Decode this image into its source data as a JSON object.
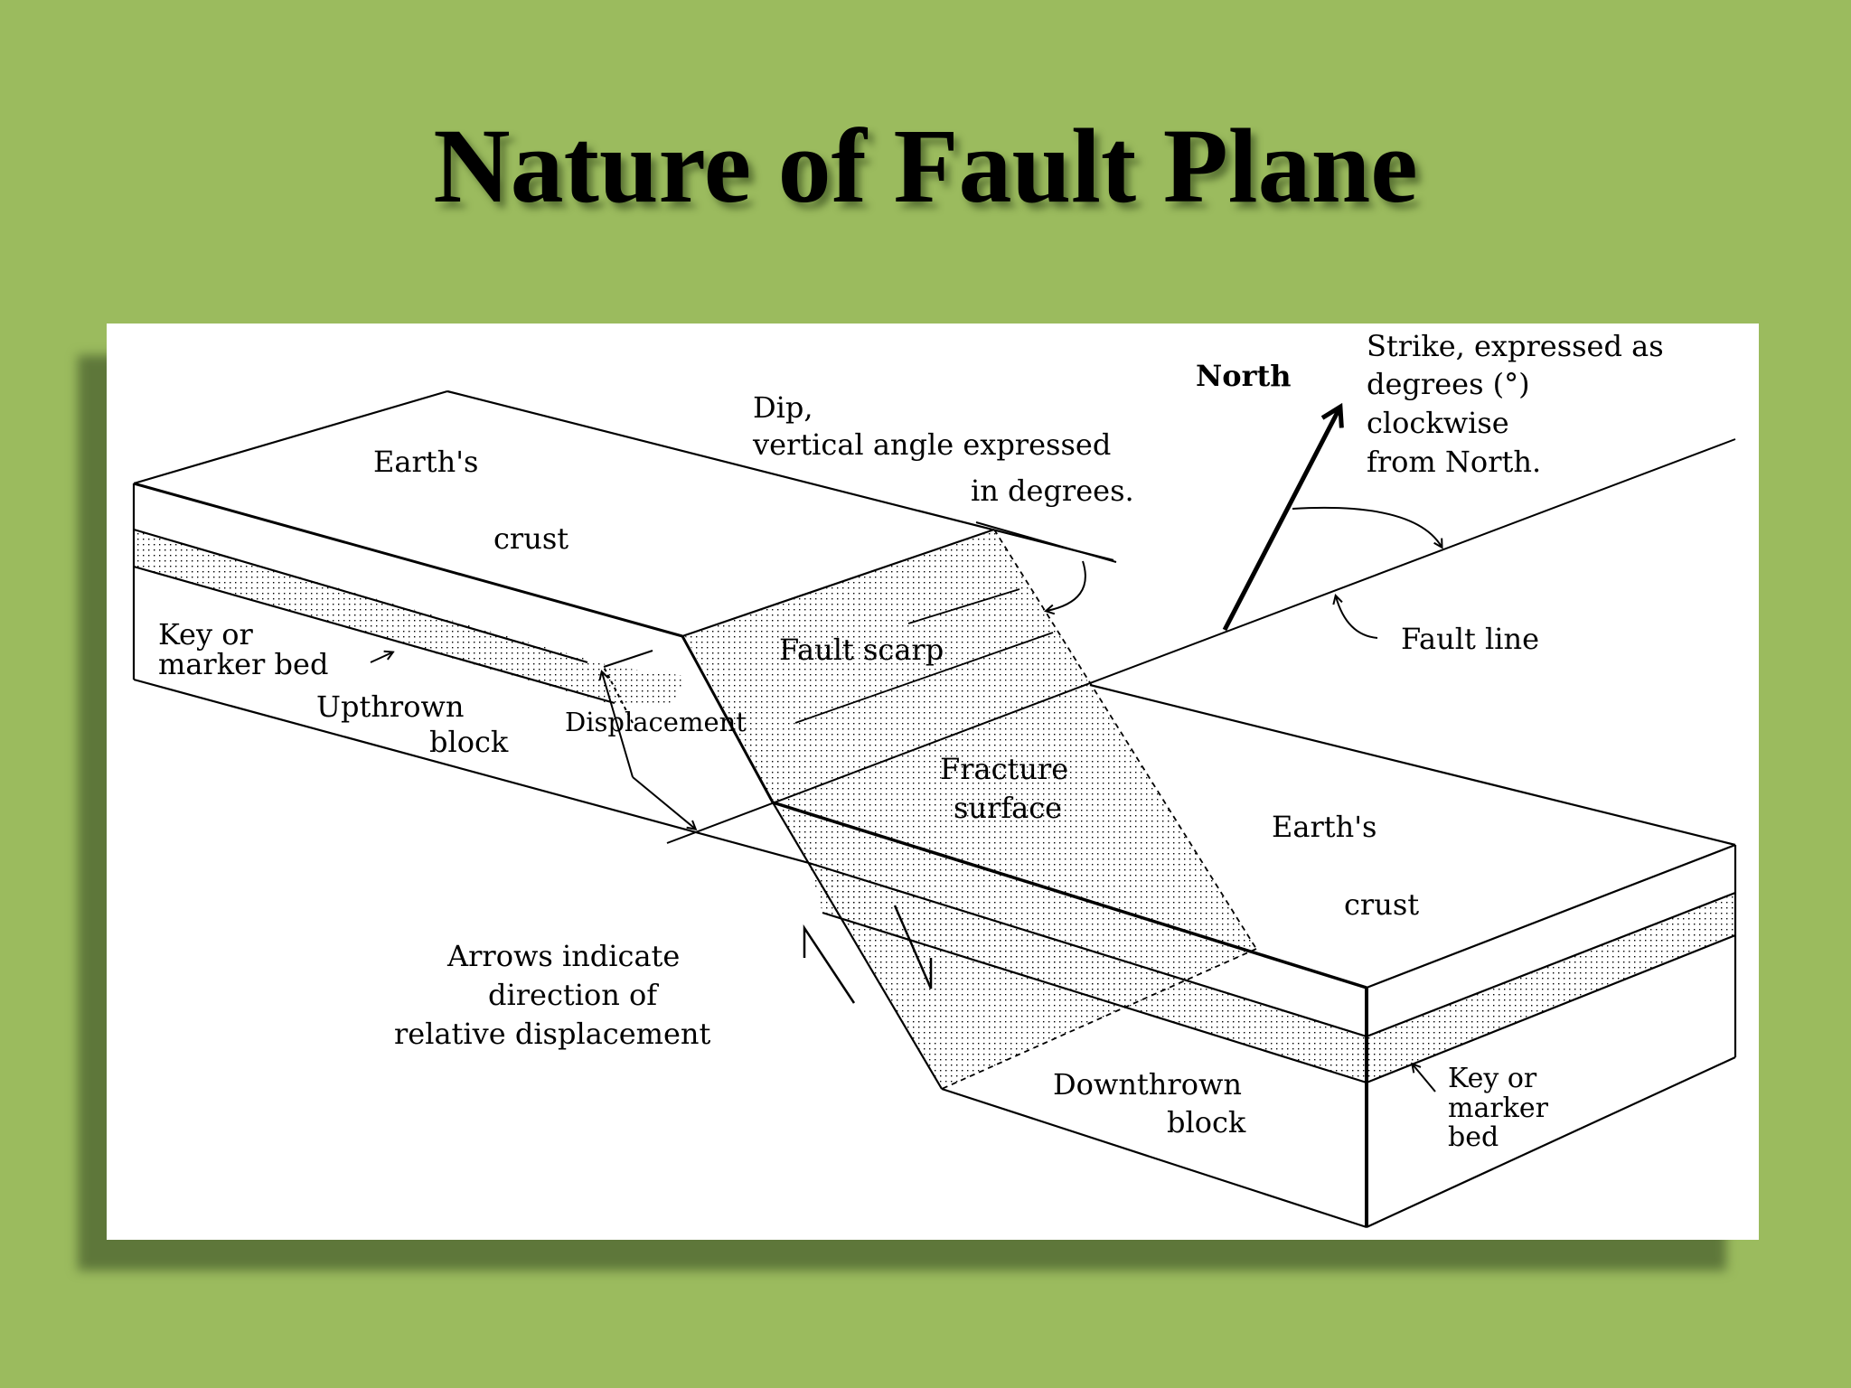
{
  "slide": {
    "title": "Nature of Fault Plane"
  },
  "colors": {
    "background": "#9bbb5e",
    "panel": "#ffffff",
    "panel_shadow": "#5e773a",
    "ink": "#000000"
  },
  "diagram": {
    "labels": {
      "dip_line1": "Dip,",
      "dip_line2": "vertical angle expressed",
      "dip_line3": "in degrees.",
      "north": "North",
      "strike_line1": "Strike, expressed as",
      "strike_line2": "degrees (°)",
      "strike_line3": "clockwise",
      "strike_line4": "from North.",
      "earths_upper": "Earth's",
      "crust_upper": "crust",
      "key_left_line1": "Key or",
      "key_left_line2": "marker bed",
      "upthrown_line1": "Upthrown",
      "upthrown_line2": "block",
      "displacement": "Displacement",
      "fault_scarp": "Fault scarp",
      "fault_line": "Fault line",
      "fracture_line1": "Fracture",
      "fracture_line2": "surface",
      "earths_lower": "Earth's",
      "crust_lower": "crust",
      "arrows_line1": "Arrows indicate",
      "arrows_line2": "direction of",
      "arrows_line3": "relative displacement",
      "downthrown_line1": "Downthrown",
      "downthrown_line2": "block",
      "key_right_line1": "Key or",
      "key_right_line2": "marker",
      "key_right_line3": "bed"
    }
  }
}
